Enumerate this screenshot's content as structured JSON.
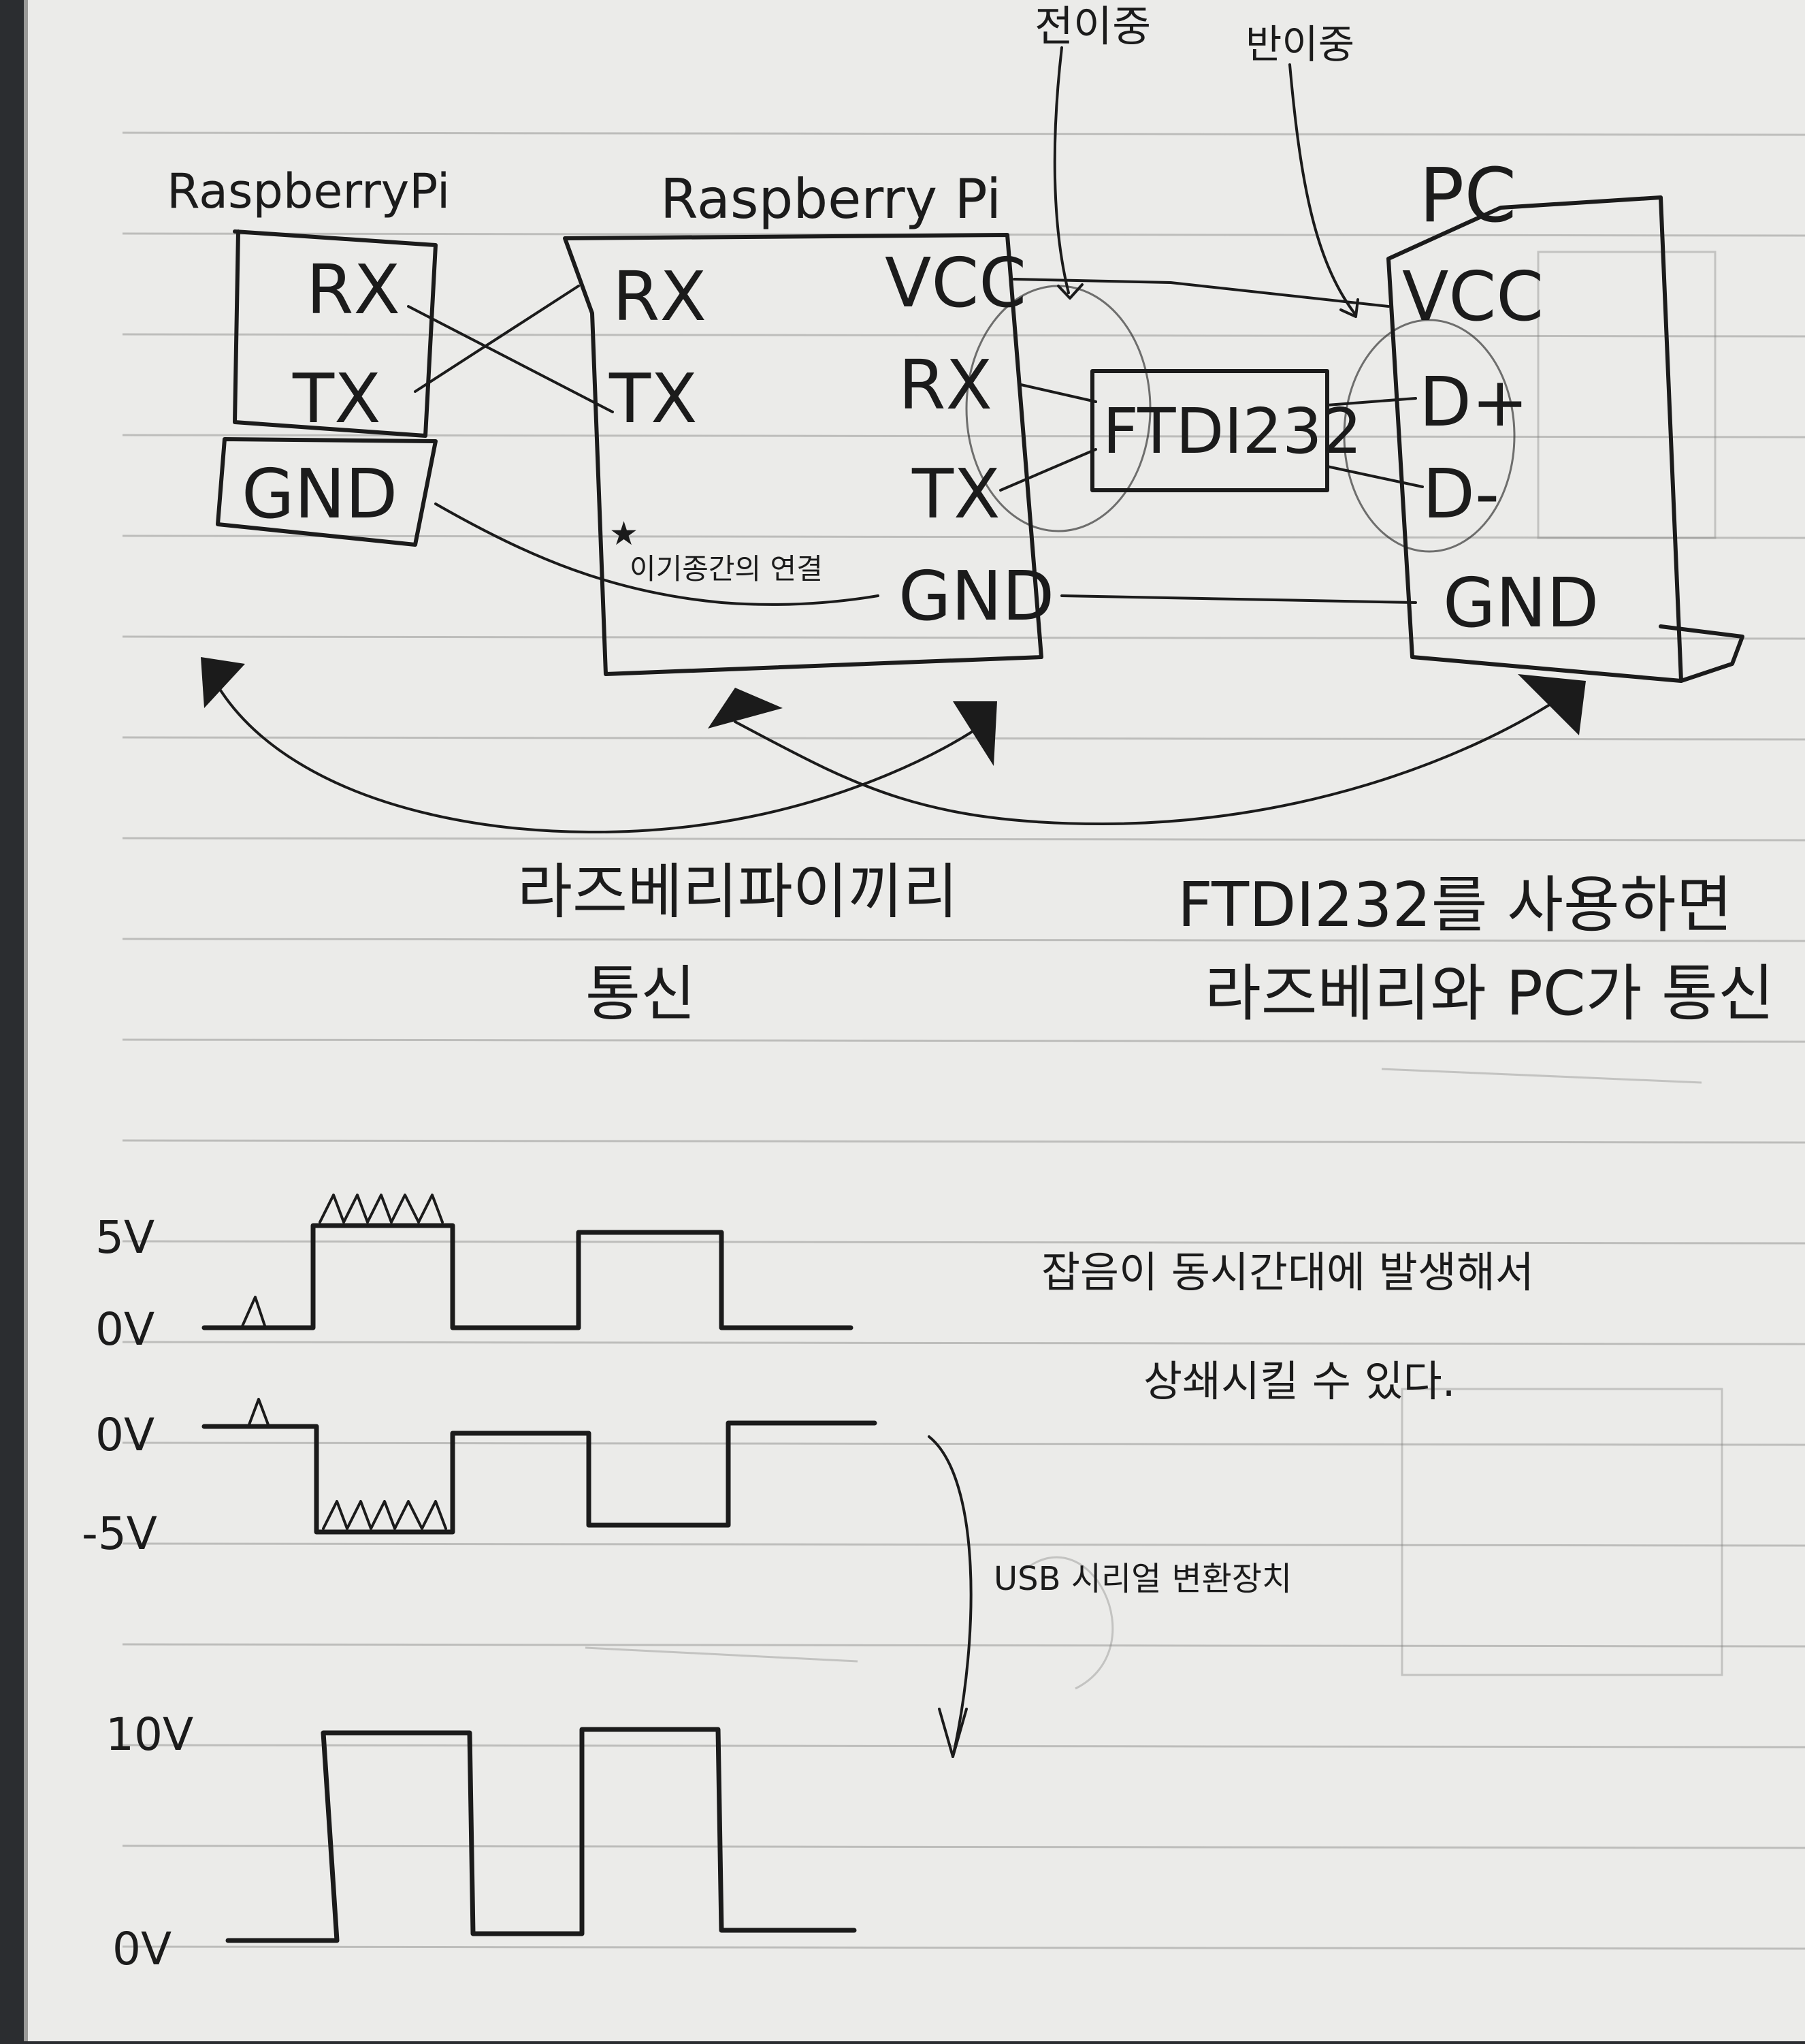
{
  "colors": {
    "paper": "#ebebe9",
    "ink": "#1b1b1b",
    "rule_line": "#bdbdbb",
    "desk": "#2b2d30"
  },
  "diagram": {
    "rpi_left": {
      "title": "RaspberryPi",
      "pins": [
        "RX",
        "TX",
        "GND"
      ]
    },
    "rpi_right": {
      "title": "Raspberry Pi",
      "pins_left": [
        "RX",
        "TX"
      ],
      "pins_right": [
        "VCC",
        "RX",
        "TX",
        "GND"
      ]
    },
    "pc": {
      "title": "PC",
      "pins": [
        "VCC",
        "D+",
        "D-",
        "GND"
      ]
    },
    "converter": "FTDI232",
    "annotation_top_left": "전이중",
    "annotation_top_right": "반이중",
    "note_star": "★",
    "note_text": "이기종간의 연결",
    "caption_left": [
      "라즈베리파이끼리",
      "통신"
    ],
    "caption_right": [
      "FTDI232를 사용하면",
      "라즈베리와 PC가 통신"
    ]
  },
  "waveforms": {
    "chart1_labels": [
      "5V",
      "0V"
    ],
    "chart2_labels": [
      "0V",
      "-5V"
    ],
    "chart3_labels": [
      "10V",
      "0V"
    ],
    "note_noise": [
      "잡음이 동시간대에 발생해서",
      "상쇄시킬 수 있다."
    ],
    "note_converter": "USB 시리얼 변환장치"
  }
}
